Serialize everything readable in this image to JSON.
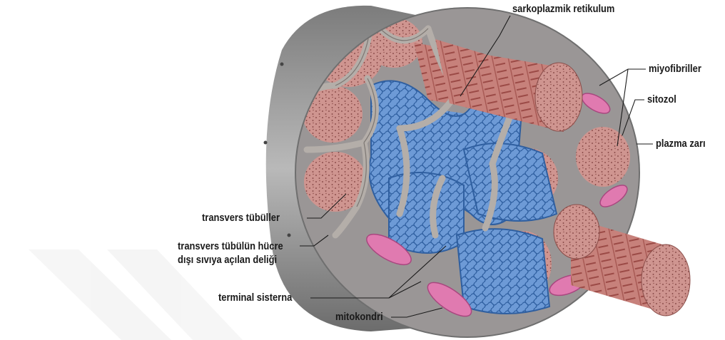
{
  "labels": {
    "sarkoplazmik_retikulum": "sarkoplazmik retikulum",
    "miyofibriller": "miyofibriller",
    "sitozol": "sitozol",
    "plazma_zari": "plazma zarı",
    "transvers_tubuller": "transvers tübüller",
    "transvers_acilan_line1": "transvers tübülün hücre",
    "transvers_acilan_line2": "dışı sıvıya açılan deliği",
    "terminal_sisterna": "terminal sisterna",
    "mitokondri": "mitokondri"
  },
  "colors": {
    "membrane_gray": "#8c8c8c",
    "myofibril_pink": "#c98a86",
    "reticulum_blue": "#5b8fd0",
    "ttubule_gray": "#b0aaa6",
    "mitochondria_pink": "#e07ab0"
  }
}
